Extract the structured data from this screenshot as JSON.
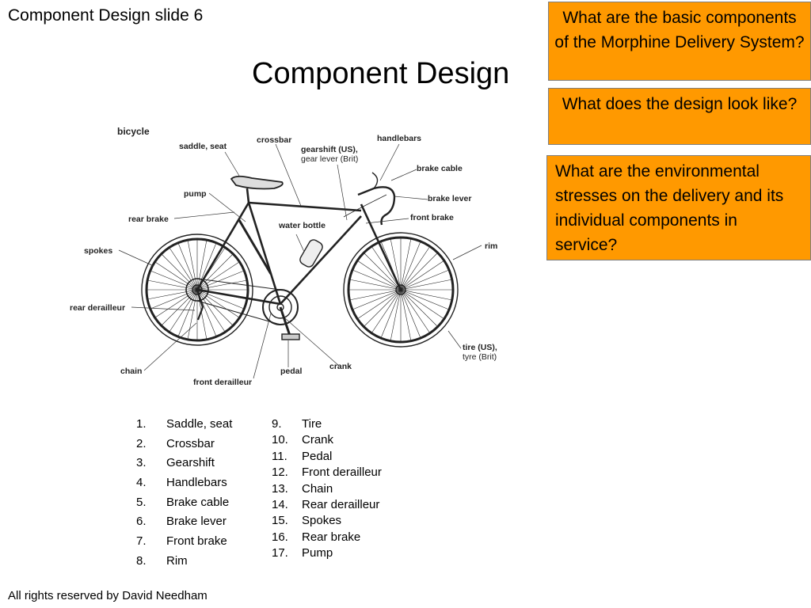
{
  "slide_label": "Component Design slide 6",
  "title": "Component Design",
  "questions": [
    "What are the basic components of the Morphine Delivery System?",
    "What does the design look like?",
    "What are the environmental stresses on the delivery and its individual components in service?"
  ],
  "figure": {
    "heading": "bicycle",
    "labels": {
      "saddle": "saddle, seat",
      "crossbar": "crossbar",
      "gearshift_us": "gearshift (US),",
      "gearlever_brit": "gear lever (Brit)",
      "handlebars": "handlebars",
      "brake_cable": "brake cable",
      "brake_lever": "brake lever",
      "front_brake": "front brake",
      "rim": "rim",
      "pump": "pump",
      "rear_brake": "rear brake",
      "water_bottle": "water bottle",
      "spokes": "spokes",
      "rear_derailleur": "rear derailleur",
      "chain": "chain",
      "front_derailleur": "front derailleur",
      "pedal": "pedal",
      "crank": "crank",
      "tire_us": "tire (US),",
      "tyre_brit": "tyre (Brit)"
    }
  },
  "list_left": [
    {
      "num": "1.",
      "text": "Saddle, seat"
    },
    {
      "num": "2.",
      "text": "Crossbar"
    },
    {
      "num": "3.",
      "text": "Gearshift"
    },
    {
      "num": "4.",
      "text": "Handlebars"
    },
    {
      "num": "5.",
      "text": "Brake cable"
    },
    {
      "num": "6.",
      "text": "Brake lever"
    },
    {
      "num": "7.",
      "text": "Front brake"
    },
    {
      "num": "8.",
      "text": "Rim"
    }
  ],
  "list_right": [
    {
      "num": "9.",
      "text": "Tire"
    },
    {
      "num": "10.",
      "text": "Crank"
    },
    {
      "num": "11.",
      "text": "Pedal"
    },
    {
      "num": "12.",
      "text": "Front derailleur"
    },
    {
      "num": "13.",
      "text": "Chain"
    },
    {
      "num": "14.",
      "text": "Rear derailleur"
    },
    {
      "num": "15.",
      "text": "Spokes"
    },
    {
      "num": "16.",
      "text": "Rear brake"
    },
    {
      "num": "17.",
      "text": "Pump"
    }
  ],
  "footer": "All rights reserved by David Needham",
  "colors": {
    "accent_box": "#ff9900",
    "box_border": "#7f7f7f"
  }
}
